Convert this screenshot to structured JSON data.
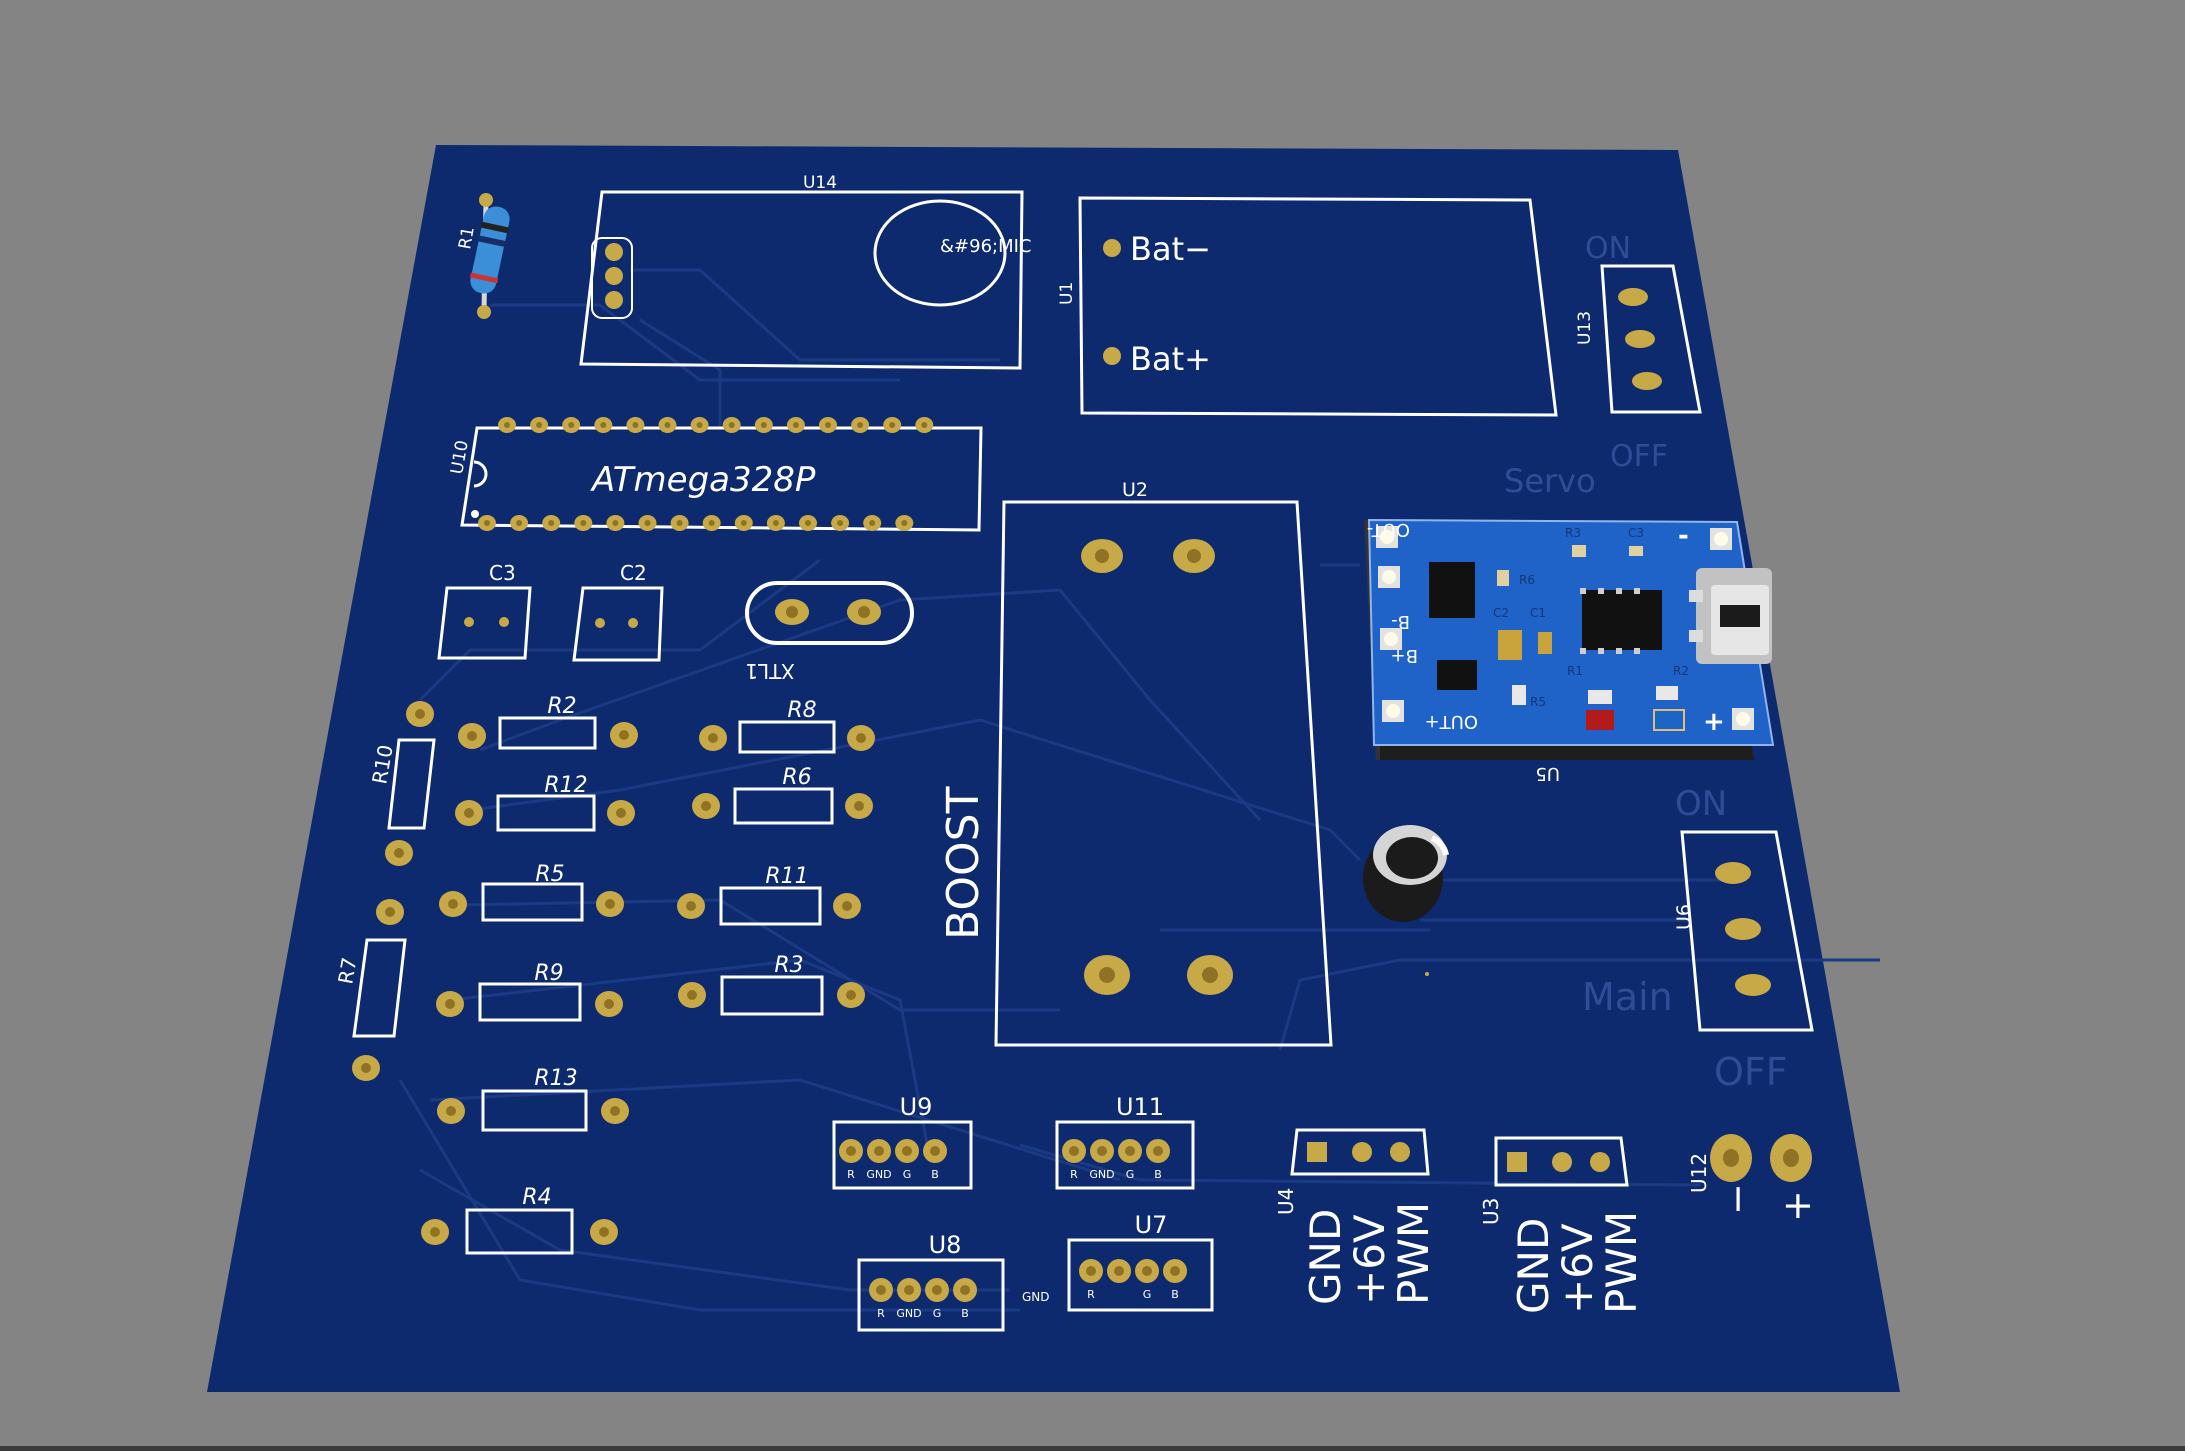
{
  "board": {
    "colors": {
      "background": "#848484",
      "pcb": "#0d2a6e",
      "silk": "#ffffff",
      "silk_dim": "#2f4c96",
      "pad": "#c8a948",
      "pad_hole": "#8f7226",
      "trace": "#1b3a84",
      "module_blue": "#1f63c9",
      "chip": "#111111"
    },
    "labels": {
      "u14": "U14",
      "mic": "&#96;MIC",
      "u1": "U1",
      "bat_minus": "Bat−",
      "bat_plus": "Bat+",
      "u13": "U13",
      "on_top": "ON",
      "off_top": "OFF",
      "servo": "Servo",
      "r1": "R1",
      "u10": "U10",
      "mcu": "ATmega328P",
      "c3": "C3",
      "c2": "C2",
      "xtl1": "XTL1",
      "u2": "U2",
      "boost": "BOOST",
      "u5": "U5",
      "r2": "R2",
      "r8": "R8",
      "r10": "R10",
      "r12": "R12",
      "r6": "R6",
      "r5": "R5",
      "r11": "R11",
      "r7": "R7",
      "r9": "R9",
      "r3": "R3",
      "r13": "R13",
      "r4": "R4",
      "u6": "U6",
      "on_main": "ON",
      "main": "Main",
      "off_main": "OFF",
      "u9": "U9",
      "u11": "U11",
      "u8": "U8",
      "u7": "U7",
      "u4": "U4",
      "u3": "U3",
      "u12": "U12",
      "minus": "−",
      "plus": "+",
      "gnd_loose": "GND",
      "pin_r": "R",
      "pin_gnd": "GND",
      "pin_g": "G",
      "pin_b": "B",
      "servo_gnd": "GND",
      "servo_6v": "+6V",
      "servo_pwm": "PWM"
    },
    "charger_module": {
      "out_minus": "OUT-",
      "out_plus": "OUT+",
      "b_minus": "B-",
      "b_plus": "B+",
      "minus": "-",
      "plus": "+",
      "r1": "R1",
      "r2": "R2",
      "r3": "R3",
      "r5": "R5",
      "r6": "R6",
      "c1": "C1",
      "c2": "C2",
      "c3": "C3"
    }
  }
}
